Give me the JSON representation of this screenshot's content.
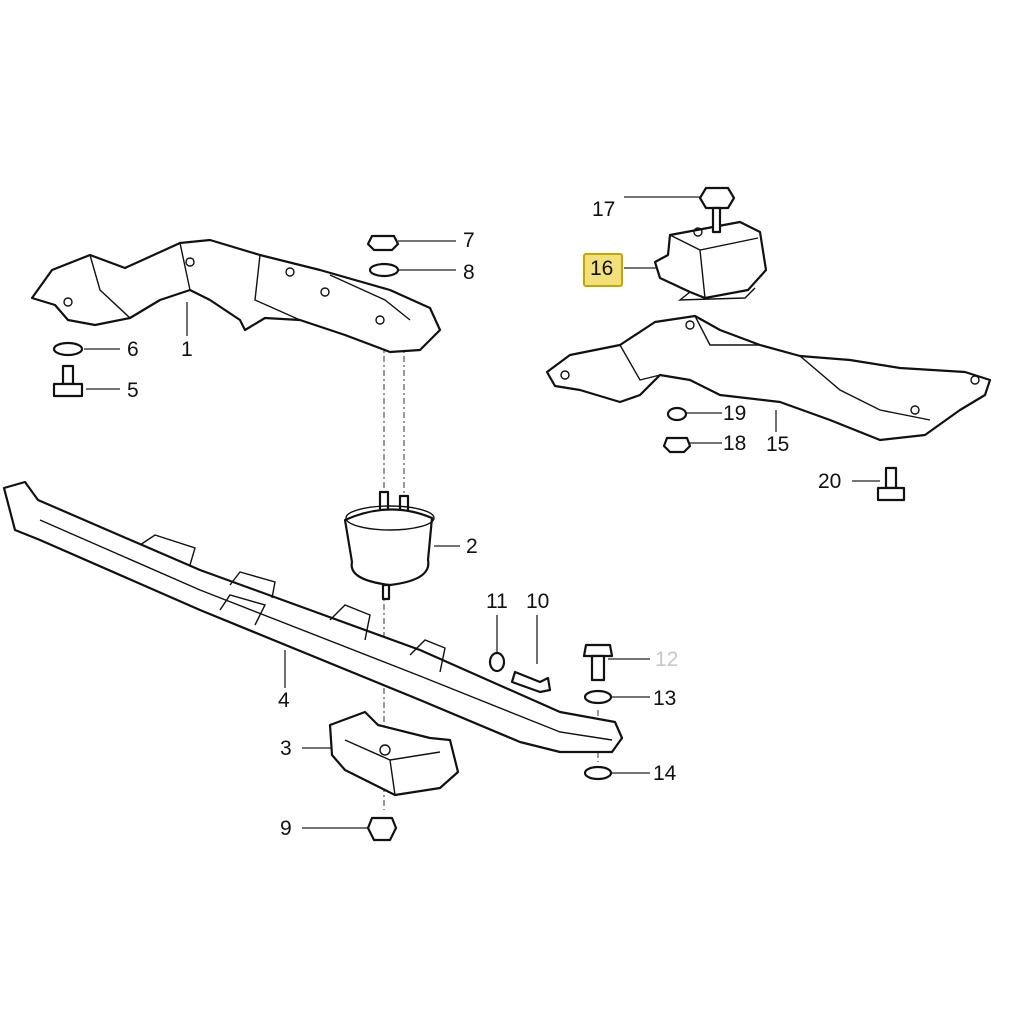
{
  "highlight_color": "#f2e07a",
  "parts": [
    {
      "id": "1",
      "label": "1"
    },
    {
      "id": "2",
      "label": "2"
    },
    {
      "id": "3",
      "label": "3"
    },
    {
      "id": "4",
      "label": "4"
    },
    {
      "id": "5",
      "label": "5"
    },
    {
      "id": "6",
      "label": "6"
    },
    {
      "id": "7",
      "label": "7"
    },
    {
      "id": "8",
      "label": "8"
    },
    {
      "id": "9",
      "label": "9"
    },
    {
      "id": "10",
      "label": "10"
    },
    {
      "id": "11",
      "label": "11"
    },
    {
      "id": "12",
      "label": "12"
    },
    {
      "id": "13",
      "label": "13"
    },
    {
      "id": "14",
      "label": "14"
    },
    {
      "id": "15",
      "label": "15"
    },
    {
      "id": "16",
      "label": "16",
      "highlighted": true
    },
    {
      "id": "17",
      "label": "17"
    },
    {
      "id": "18",
      "label": "18"
    },
    {
      "id": "19",
      "label": "19"
    },
    {
      "id": "20",
      "label": "20"
    }
  ]
}
